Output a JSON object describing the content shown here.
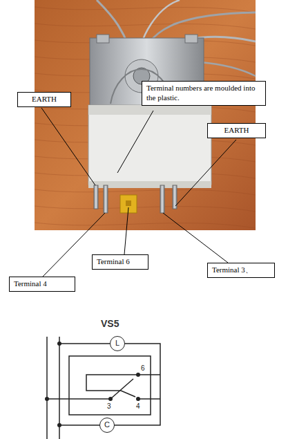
{
  "diagram": {
    "nodes": [
      {
        "text": [
          "EARTH"
        ]
      },
      {
        "text": [
          "Terminal numbers are moulded into the plastic."
        ]
      },
      {
        "text": [
          "EARTH"
        ]
      },
      {
        "text": [
          "Terminal 6"
        ]
      },
      {
        "text": [
          "Terminal 3、"
        ]
      },
      {
        "text": [
          "Terminal 4"
        ]
      },
      {
        "text": [
          "L"
        ]
      },
      {
        "text": [
          "C"
        ]
      }
    ],
    "labels": [
      "VS5",
      "6",
      "3",
      "4"
    ]
  }
}
